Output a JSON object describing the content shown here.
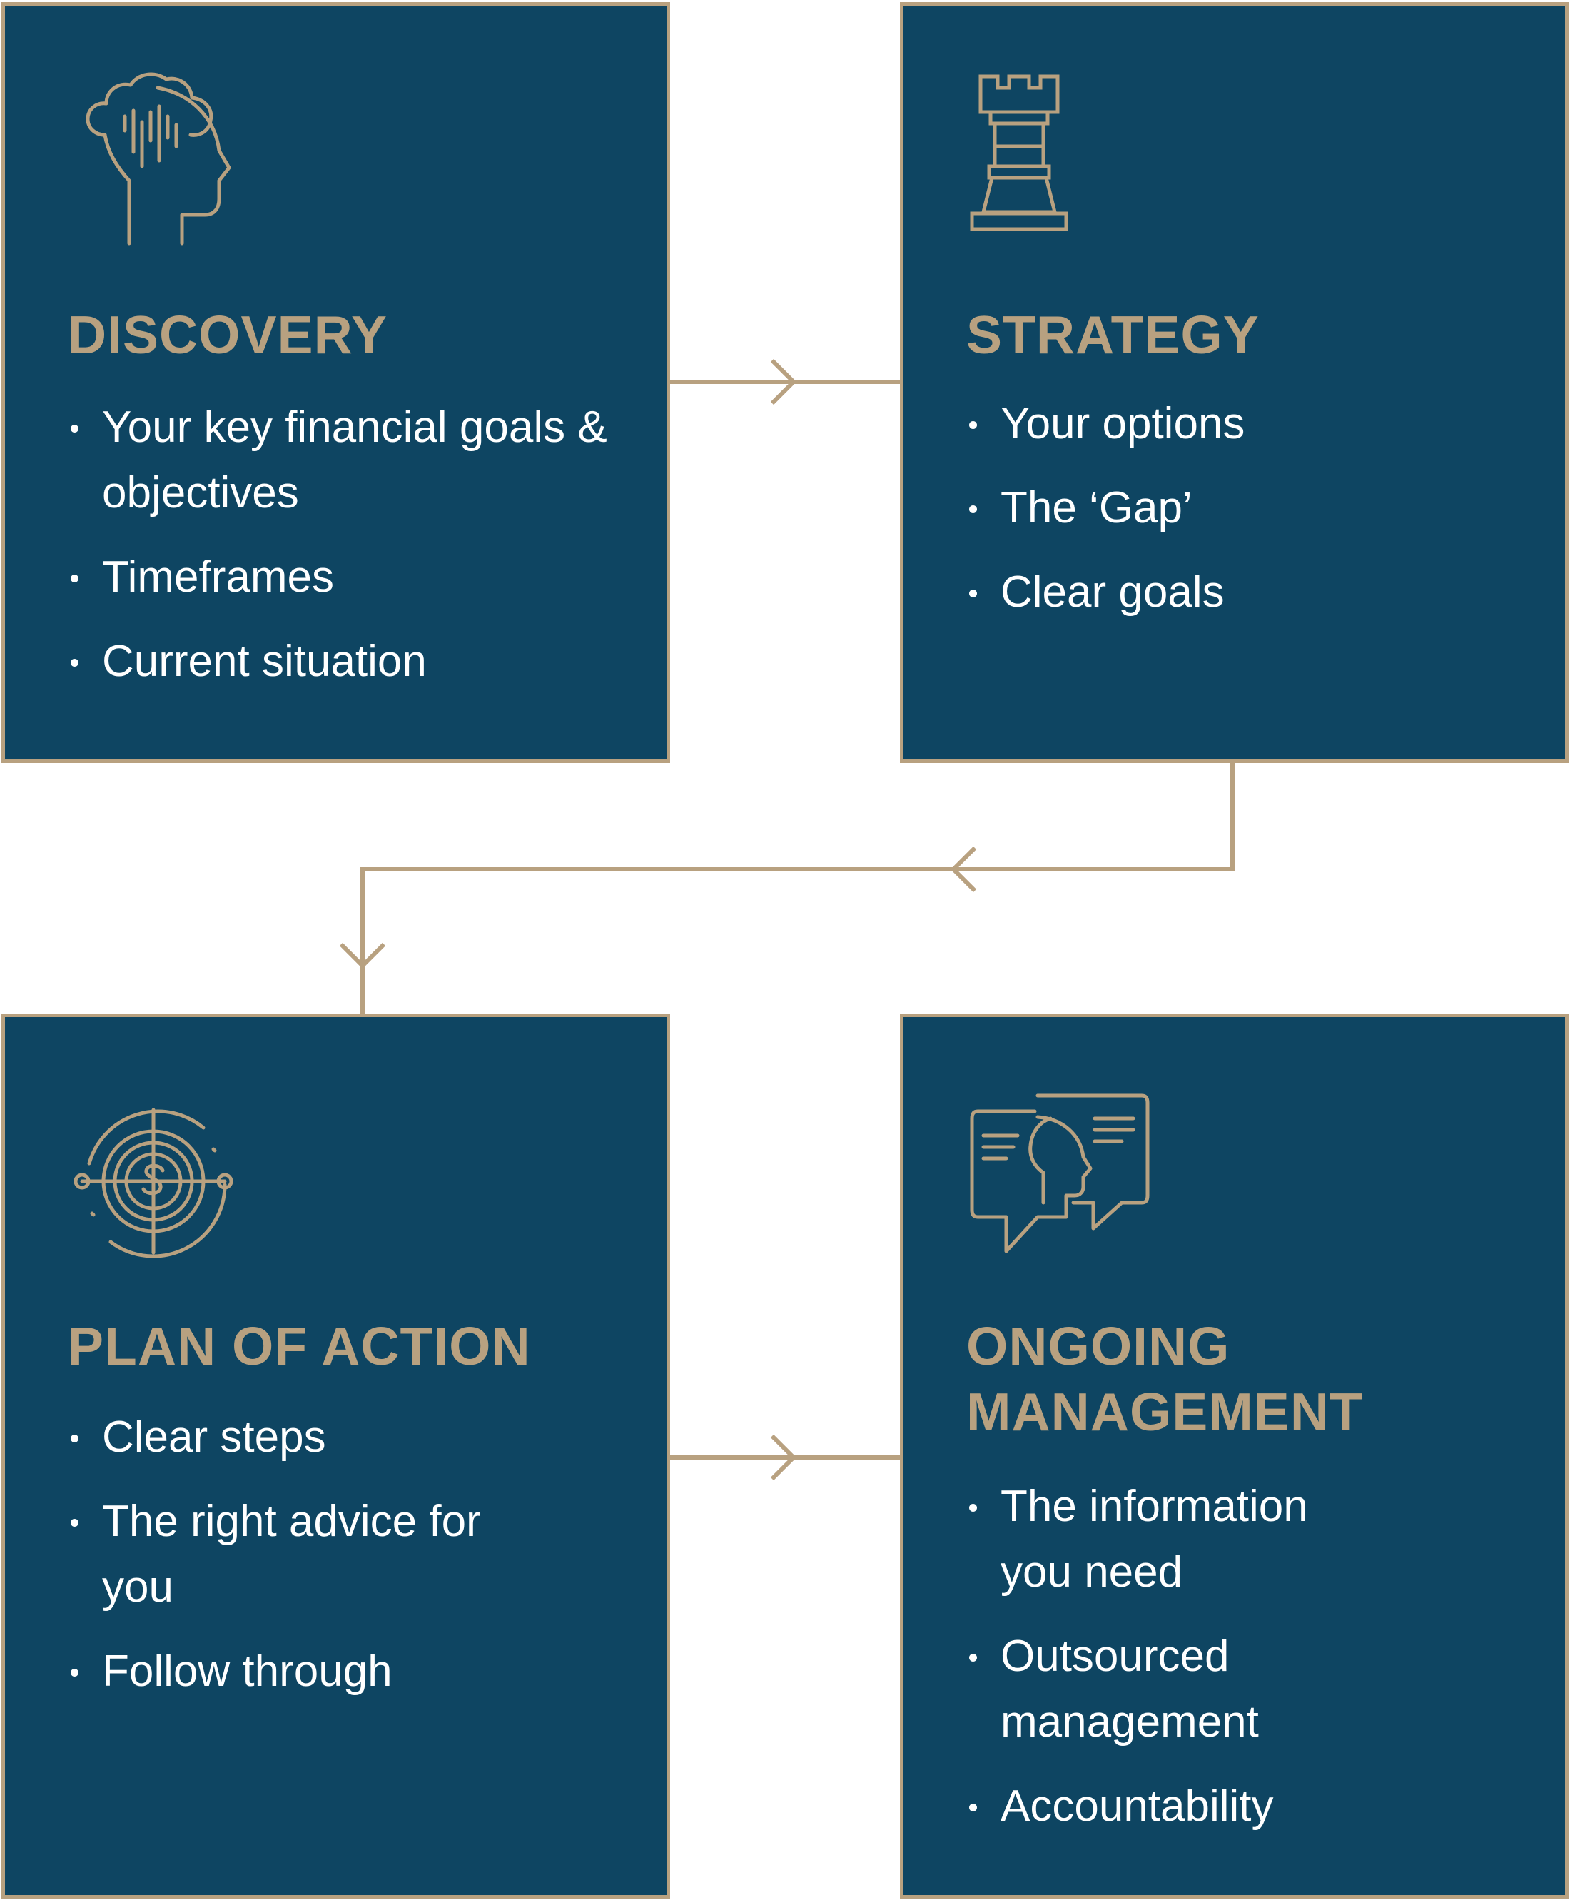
{
  "colors": {
    "card_bg": "#0e4562",
    "accent": "#b8a180",
    "text": "#ffffff"
  },
  "steps": [
    {
      "title": "DISCOVERY",
      "icon": "head-data-icon",
      "items": [
        "Your key financial goals & objectives",
        "Timeframes",
        "Current situation"
      ]
    },
    {
      "title": "STRATEGY",
      "icon": "chess-rook-icon",
      "items": [
        "Your options",
        "The ‘Gap’",
        "Clear goals"
      ]
    },
    {
      "title": "PLAN OF ACTION",
      "icon": "target-dollar-icon",
      "items": [
        "Clear steps",
        "The right advice for you",
        "Follow through"
      ]
    },
    {
      "title": "ONGOING MANAGEMENT",
      "icon": "conversation-heads-icon",
      "items": [
        "The information you need",
        "Outsourced management",
        "Accountability"
      ]
    }
  ]
}
